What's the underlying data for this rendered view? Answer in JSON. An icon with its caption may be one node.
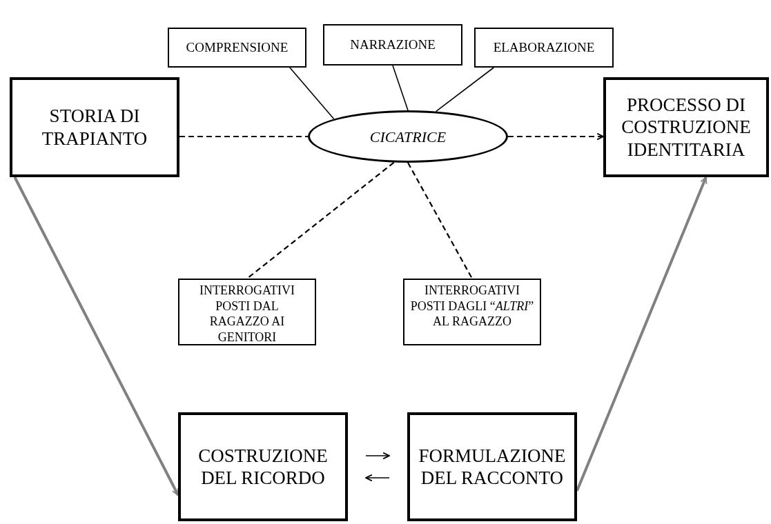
{
  "diagram": {
    "nodes": [
      {
        "text": [
          "COMPRENSIONE"
        ]
      },
      {
        "text": [
          "NARRAZIONE"
        ]
      },
      {
        "text": [
          "ELABORAZIONE"
        ]
      },
      {
        "text": [
          "STORIA DI TRAPIANTO"
        ]
      },
      {
        "text": [
          "*CICATRICE*"
        ]
      },
      {
        "text": [
          "PROCESSO DI COSTRUZIONE IDENTITARIA"
        ]
      },
      {
        "text": [
          "INTERROGATIVI POSTI DAL RAGAZZO AI GENITORI"
        ]
      },
      {
        "text": [
          "INTERROGATIVI POSTI DAGLI “*ALTRI*” AL RAGAZZO"
        ]
      },
      {
        "text": [
          "COSTRUZIONE DEL RICORDO"
        ]
      },
      {
        "text": [
          "FORMULAZIONE DEL RACCONTO"
        ]
      }
    ],
    "edges": [
      {
        "from": 0,
        "to": 4,
        "arrow": "none"
      },
      {
        "from": 1,
        "to": 4,
        "arrow": "none"
      },
      {
        "from": 2,
        "to": 4,
        "arrow": "none"
      },
      {
        "from": 3,
        "to": 4,
        "arrow": "none",
        "style": "dashed"
      },
      {
        "from": 4,
        "to": 5,
        "arrow": "to",
        "style": "dashed"
      },
      {
        "from": 4,
        "to": 6,
        "arrow": "none",
        "style": "dashed"
      },
      {
        "from": 4,
        "to": 7,
        "arrow": "none",
        "style": "dashed"
      },
      {
        "from": 3,
        "to": 8,
        "arrow": "to",
        "style": "thick",
        "color": "#808080"
      },
      {
        "from": 9,
        "to": 5,
        "arrow": "to",
        "style": "thick",
        "color": "#808080"
      },
      {
        "from": 8,
        "to": 9,
        "arrow": "to"
      },
      {
        "from": 9,
        "to": 8,
        "arrow": "to"
      }
    ]
  }
}
